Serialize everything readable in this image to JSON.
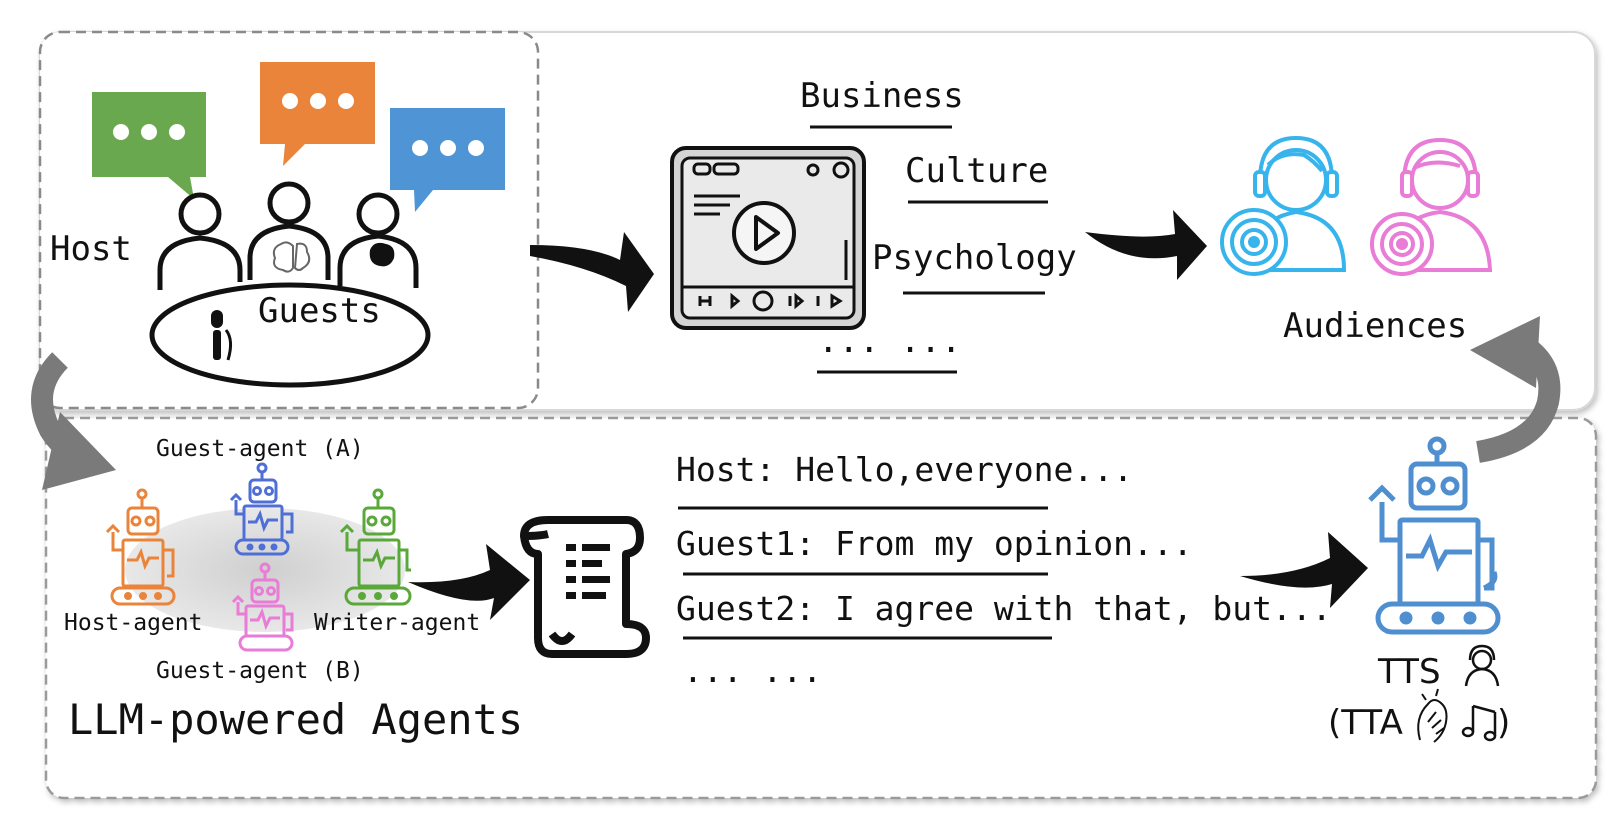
{
  "colors": {
    "green": "#6aa84f",
    "orange": "#e9843a",
    "blue": "#4f94d4",
    "cyan": "#38b4ec",
    "pink": "#e87cd6",
    "dark": "#111111",
    "gray_arrow": "#7a7a7a",
    "panel_border": "#9a9a9a"
  },
  "top": {
    "host_label": "Host",
    "guests_label": "Guests",
    "topics": [
      "Business",
      "Culture",
      "Psychology",
      "... ..."
    ],
    "audiences_label": "Audiences"
  },
  "bottom": {
    "agents": {
      "guest_a": "Guest-agent (A)",
      "host": "Host-agent",
      "writer": "Writer-agent",
      "guest_b": "Guest-agent (B)"
    },
    "system_label": "LLM-powered Agents",
    "script_lines": [
      "Host: Hello,everyone...",
      "Guest1: From my opinion...",
      "Guest2: I agree with that, but...",
      "... ..."
    ],
    "tts_label": "TTS",
    "tta_label": "(TTA",
    "tta_close": ")"
  },
  "icons": {
    "speech_bubbles": [
      "green-bubble-icon",
      "orange-bubble-icon",
      "blue-bubble-icon"
    ],
    "people": [
      "host-person-icon",
      "guest-person-icon",
      "guest-person-icon"
    ],
    "microphone": "microphone-icon",
    "video_player": "video-player-icon",
    "listeners": [
      "cyan-listener-icon",
      "pink-listener-icon"
    ],
    "robots": [
      "orange-robot-icon",
      "blue-robot-icon",
      "green-robot-icon",
      "pink-robot-icon",
      "tts-robot-icon"
    ],
    "script": "scroll-icon",
    "headset_person": "headset-person-icon",
    "clapping": "clapping-hands-icon",
    "music": "music-note-icon"
  }
}
